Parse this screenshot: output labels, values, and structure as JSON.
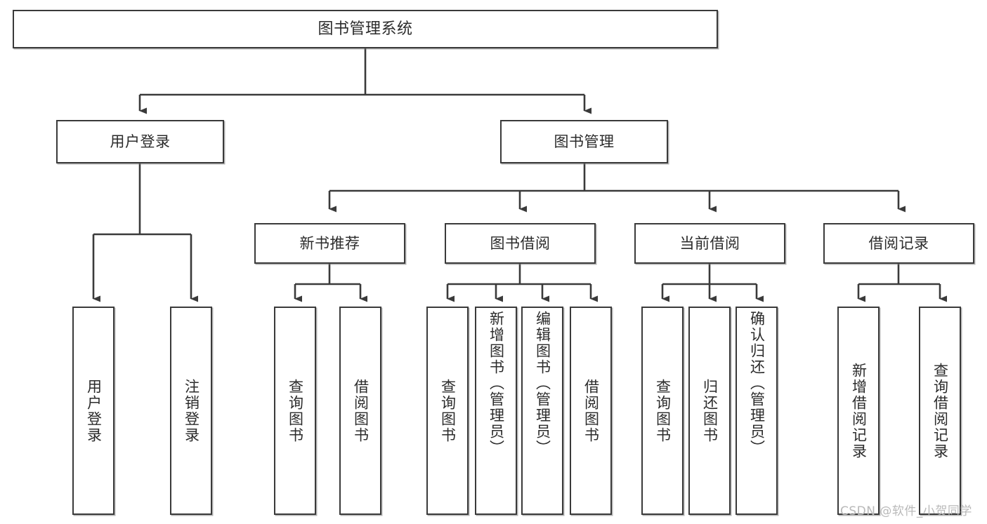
{
  "diagram": {
    "title": "图书管理系统",
    "type": "tree-hierarchy",
    "watermark": "CSDN @软件_小贺同学",
    "colors": {
      "stroke": "#3a3a3a",
      "fill": "#ffffff",
      "text": "#2b2b2b",
      "watermark": "#b9b9b9"
    },
    "nodes": {
      "root": {
        "label": "图书管理系统"
      },
      "level2": [
        {
          "id": "user-login",
          "label": "用户登录"
        },
        {
          "id": "book-manage",
          "label": "图书管理"
        }
      ],
      "level3": [
        {
          "id": "new-book-rec",
          "label": "新书推荐"
        },
        {
          "id": "book-borrow",
          "label": "图书借阅"
        },
        {
          "id": "current-borrow",
          "label": "当前借阅"
        },
        {
          "id": "borrow-record",
          "label": "借阅记录"
        }
      ],
      "leaves": {
        "user_login": [
          {
            "id": "leaf-user-login",
            "label": "用户登录"
          },
          {
            "id": "leaf-logout-login",
            "label": "注销登录"
          }
        ],
        "new_book_rec": [
          {
            "id": "leaf-query-book-1",
            "label": "查询图书"
          },
          {
            "id": "leaf-borrow-book-1",
            "label": "借阅图书"
          }
        ],
        "book_borrow": [
          {
            "id": "leaf-query-book-2",
            "label": "查询图书"
          },
          {
            "id": "leaf-add-book",
            "label": "新增图书（管理员）"
          },
          {
            "id": "leaf-edit-book",
            "label": "编辑图书（管理员）"
          },
          {
            "id": "leaf-borrow-book-2",
            "label": "借阅图书"
          }
        ],
        "current_borrow": [
          {
            "id": "leaf-query-book-3",
            "label": "查询图书"
          },
          {
            "id": "leaf-return-book",
            "label": "归还图书"
          },
          {
            "id": "leaf-confirm-return",
            "label": "确认归还（管理员）"
          }
        ],
        "borrow_record": [
          {
            "id": "leaf-add-record",
            "label": "新增借阅记录"
          },
          {
            "id": "leaf-query-record",
            "label": "查询借阅记录"
          }
        ]
      }
    }
  }
}
